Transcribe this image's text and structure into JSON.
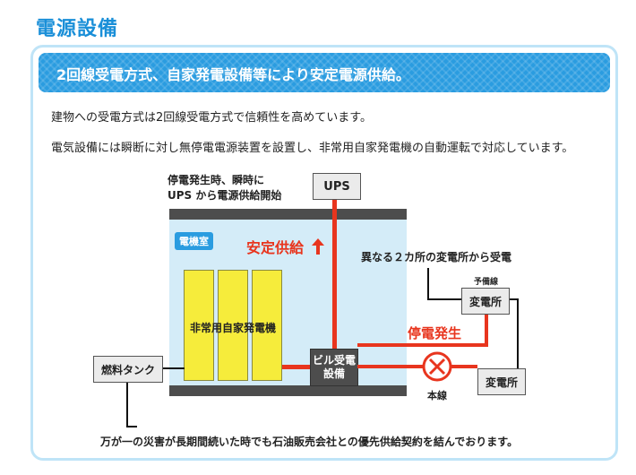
{
  "section_title": "電源設備",
  "header": {
    "title": "2回線受電方式、自家発電設備等により安定電源供給。"
  },
  "paragraphs": {
    "p1": "建物への受電方式は2回線受電方式で信頼性を高めています。",
    "p2": "電気設備には瞬断に対し無停電電源装置を設置し、非常用自家発電機の自動運転で対応しています。"
  },
  "diagram": {
    "ups_note_line1": "停電発生時、瞬時に",
    "ups_note_line2": "UPS から電源供給開始",
    "ups_label": "UPS",
    "room_label": "電機室",
    "stable_supply": "安定供給",
    "generator_label": "非常用自家発電機",
    "building_substation_line1": "ビル受電",
    "building_substation_line2": "設備",
    "fuel_tank": "燃料タンク",
    "two_substations_note": "異なる２カ所の変電所から受電",
    "reserve_line": "予備線",
    "substation_reserve": "変電所",
    "substation_main": "変電所",
    "outage": "停電発生",
    "main_line": "本線",
    "bottom_note": "万が一の災害が長期間続いた時でも石油販売会社との優先供給契約を結んでおります。"
  },
  "colors": {
    "accent_blue": "#2a9ce0",
    "title_blue": "#1a8fd8",
    "supply_red": "#e8351e",
    "generator_yellow": "#f6ec3b",
    "room_light_blue": "#d4ecf8"
  }
}
